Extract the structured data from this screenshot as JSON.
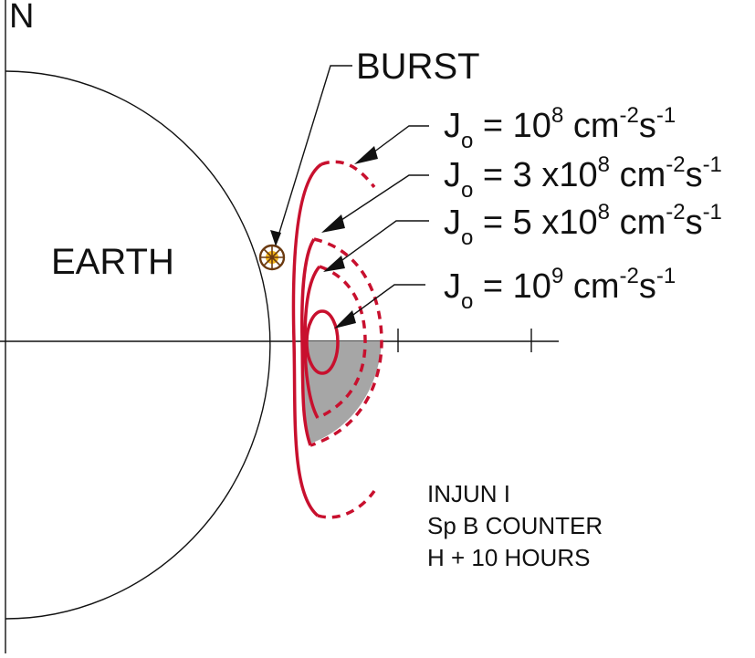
{
  "labels": {
    "north": "N",
    "earth": "EARTH",
    "burst": "BURST"
  },
  "flux_labels": [
    {
      "prefix": "J",
      "subscript": "o",
      "coefficient": "10",
      "exponent": "8",
      "units": "cm",
      "units_exp": "-2",
      "per": "s",
      "per_exp": "-1"
    },
    {
      "prefix": "J",
      "subscript": "o",
      "coefficient": "3 x10",
      "exponent": "8",
      "units": "cm",
      "units_exp": "-2",
      "per": "s",
      "per_exp": "-1"
    },
    {
      "prefix": "J",
      "subscript": "o",
      "coefficient": "5 x10",
      "exponent": "8",
      "units": "cm",
      "units_exp": "-2",
      "per": "s",
      "per_exp": "-1"
    },
    {
      "prefix": "J",
      "subscript": "o",
      "coefficient": "10",
      "exponent": "9",
      "units": "cm",
      "units_exp": "-2",
      "per": "s",
      "per_exp": "-1"
    }
  ],
  "notes": {
    "line1": "INJUN I",
    "line2": "Sp B COUNTER",
    "line3": "H + 10 HOURS"
  },
  "colors": {
    "contour": "#c8102e",
    "shading": "#a6a6a6",
    "line": "#111111",
    "burst_core": "#f2b51a",
    "burst_ring": "#6b3a10"
  }
}
